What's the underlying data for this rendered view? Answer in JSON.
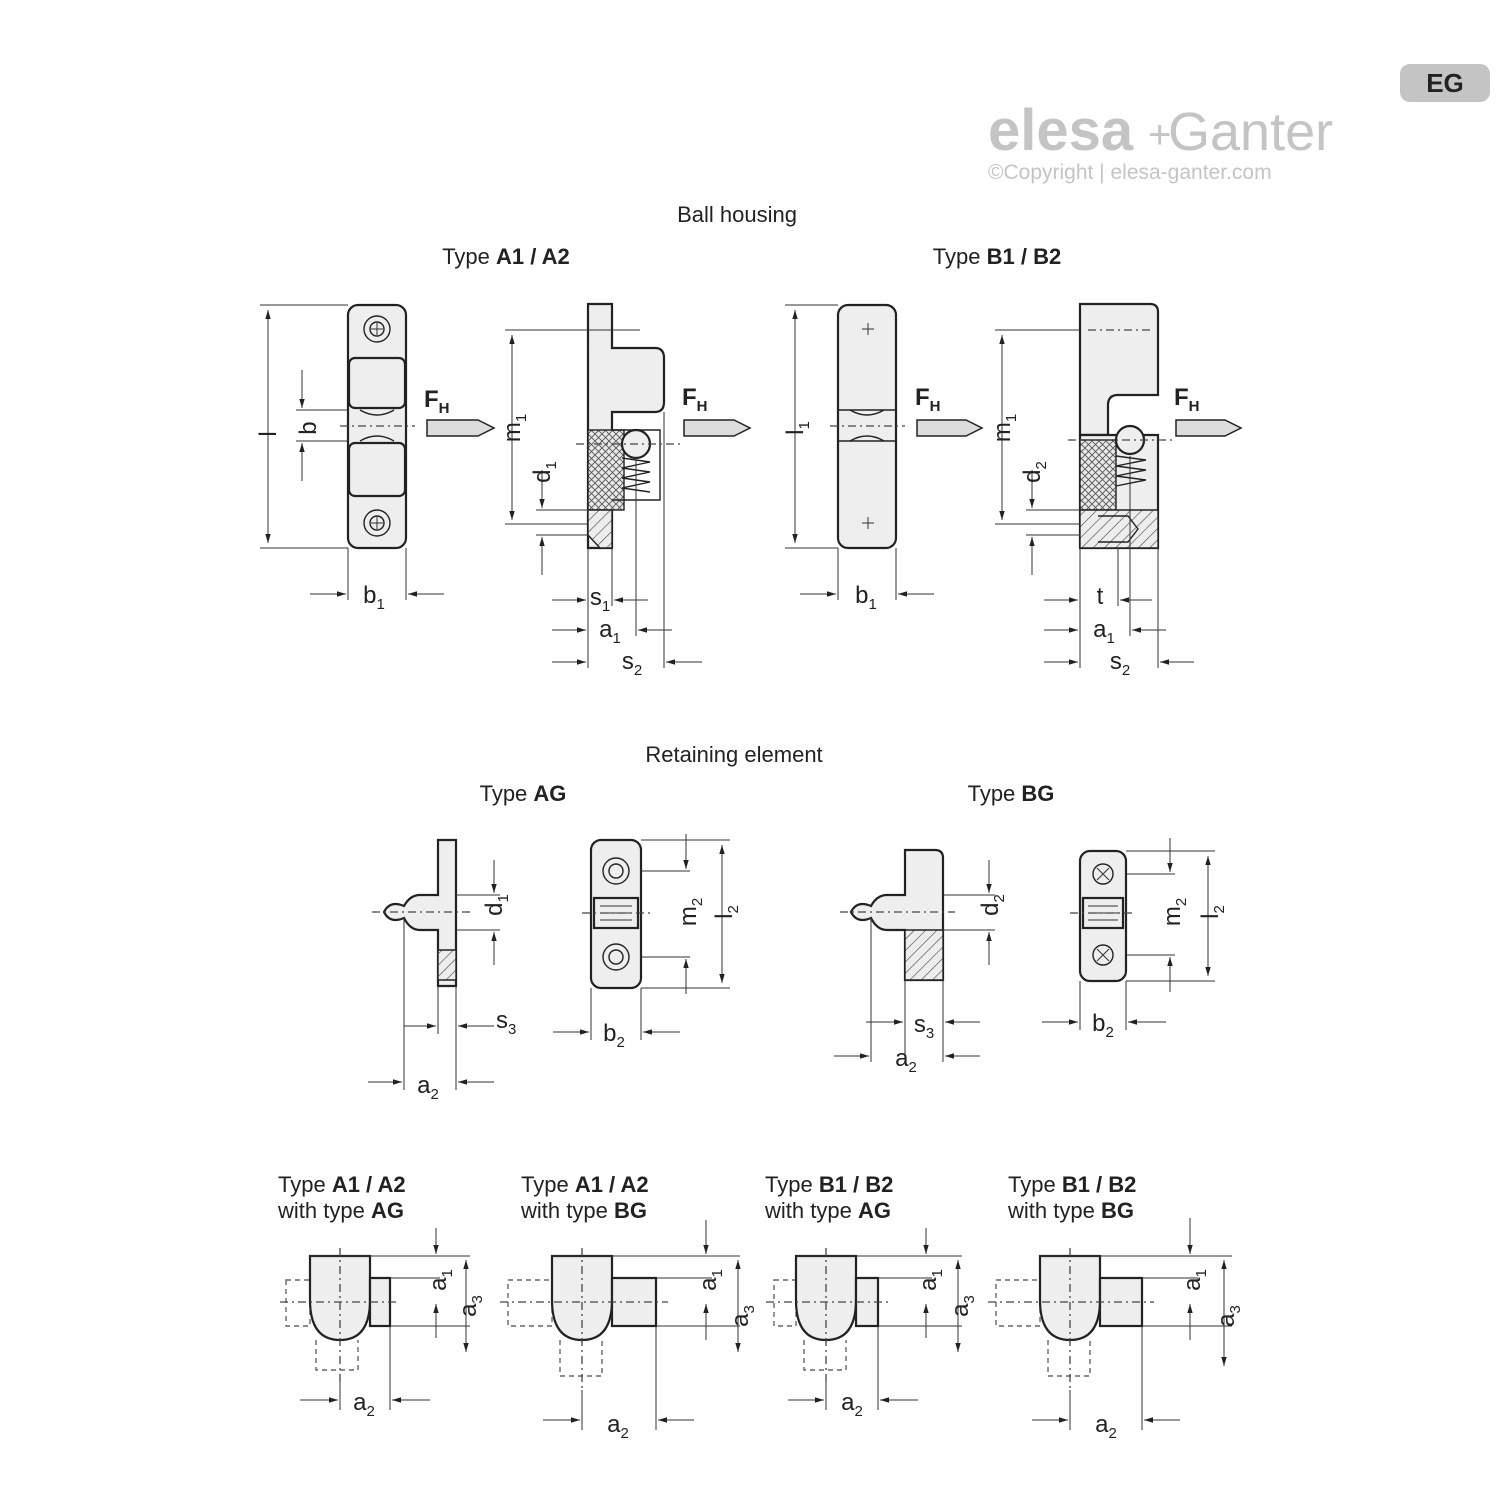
{
  "logo": {
    "brand_left": "elesa",
    "brand_plus": "+",
    "brand_right": "Ganter",
    "copyright": "©Copyright | elesa-ganter.com",
    "badge": "EG"
  },
  "sections": {
    "ball_housing": "Ball housing",
    "retaining_element": "Retaining element"
  },
  "types": {
    "a1a2": {
      "prefix": "Type ",
      "bold": "A1 / A2"
    },
    "b1b2": {
      "prefix": "Type ",
      "bold": "B1 / B2"
    },
    "ag": {
      "prefix": "Type ",
      "bold": "AG"
    },
    "bg": {
      "prefix": "Type ",
      "bold": "BG"
    }
  },
  "combos": [
    {
      "line1_prefix": "Type ",
      "line1_bold": "A1 / A2",
      "line2_prefix": "with type ",
      "line2_bold": "AG"
    },
    {
      "line1_prefix": "Type ",
      "line1_bold": "A1 / A2",
      "line2_prefix": "with type ",
      "line2_bold": "BG"
    },
    {
      "line1_prefix": "Type ",
      "line1_bold": "B1 / B2",
      "line2_prefix": "with type ",
      "line2_bold": "AG"
    },
    {
      "line1_prefix": "Type ",
      "line1_bold": "B1 / B2",
      "line2_prefix": "with type ",
      "line2_bold": "BG"
    }
  ],
  "dims": {
    "l": "l",
    "b": "b",
    "m": "m",
    "d": "d",
    "s": "s",
    "a": "a",
    "t": "t",
    "F": "F",
    "sub1": "1",
    "sub2": "2",
    "sub3": "3",
    "subH": "H"
  }
}
